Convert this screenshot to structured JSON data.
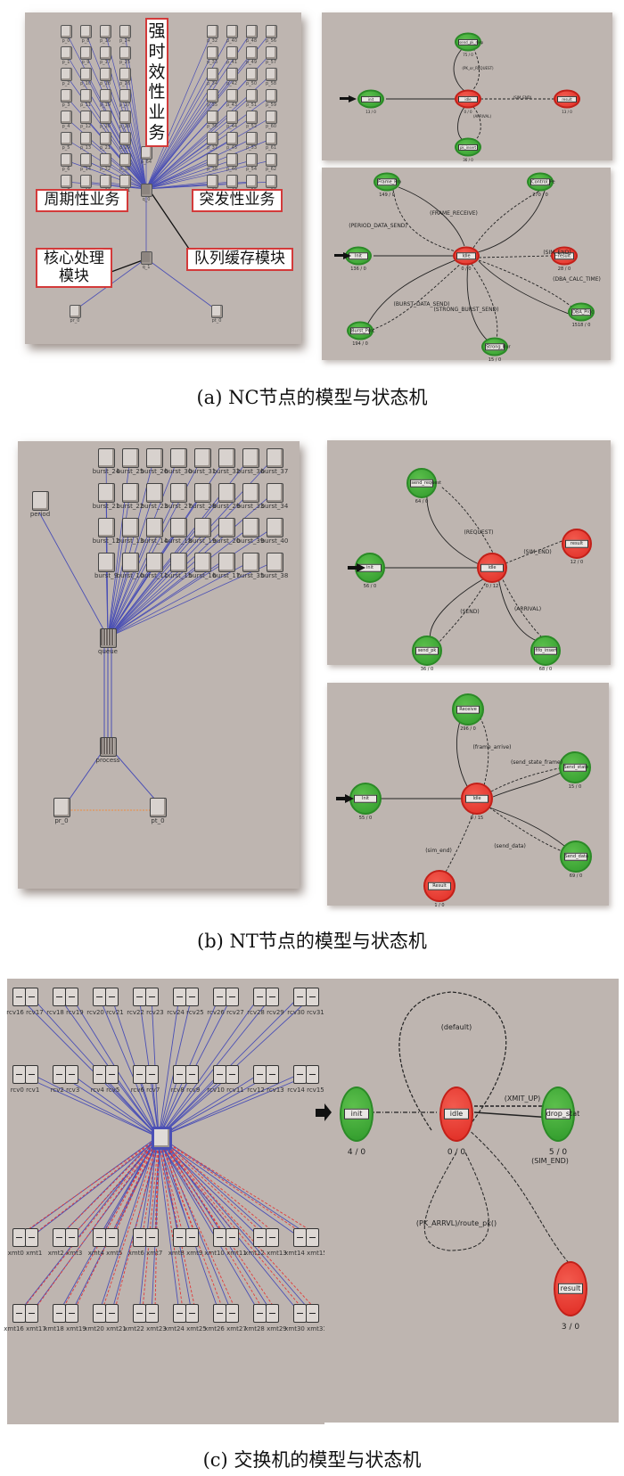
{
  "captions": {
    "a": "(a) NC节点的模型与状态机",
    "b": "(b) NT节点的模型与状态机",
    "c": "(c) 交换机的模型与状态机"
  },
  "nc_model": {
    "callouts": {
      "strong": "强时效性业务",
      "periodic": "周期性业务",
      "burst": "突发性业务",
      "core": "核心处理模块",
      "queue": "队列缓存模块"
    },
    "left_modules": [
      [
        "p_0",
        "p_8",
        "p_16",
        "p_24"
      ],
      [
        "p_1",
        "p_9",
        "p_17",
        "p_25"
      ],
      [
        "p_2",
        "p_10",
        "p_18",
        "p_26"
      ],
      [
        "p_3",
        "p_11",
        "p_19",
        "p_27"
      ],
      [
        "p_4",
        "p_12",
        "p_20",
        "p_28"
      ],
      [
        "p_5",
        "p_13",
        "p_21",
        "p_29"
      ],
      [
        "p_6",
        "p_14",
        "p_22",
        "p_30"
      ],
      [
        "p_7",
        "p_15",
        "p_23",
        "p_31"
      ]
    ],
    "right_modules": [
      [
        "p_32",
        "p_40",
        "p_48",
        "p_56"
      ],
      [
        "p_33",
        "p_41",
        "p_49",
        "p_57"
      ],
      [
        "p_34",
        "p_42",
        "p_50",
        "p_58"
      ],
      [
        "p_35",
        "p_43",
        "p_51",
        "p_59"
      ],
      [
        "p_36",
        "p_44",
        "p_52",
        "p_60"
      ],
      [
        "p_37",
        "p_45",
        "p_53",
        "p_61"
      ],
      [
        "p_38",
        "p_46",
        "p_54",
        "p_62"
      ],
      [
        "p_39",
        "p_47",
        "p_55",
        "p_63"
      ]
    ],
    "center_module": "p_64",
    "queue_module": "q_0",
    "process_module": "q_1",
    "pr": "pr_0",
    "pt": "pt_0"
  },
  "nc_fsm_small": {
    "states": [
      {
        "name": "init",
        "counts": "13 / 0",
        "color": "green"
      },
      {
        "name": "send_pk_resp",
        "counts": "75 / 0",
        "color": "green"
      },
      {
        "name": "idle",
        "counts": "0 / 0",
        "color": "red"
      },
      {
        "name": "result",
        "counts": "13 / 0",
        "color": "red"
      },
      {
        "name": "pk_insert",
        "counts": "36 / 0",
        "color": "green"
      }
    ],
    "transitions": [
      "(PK_or_REQUEST)",
      "(SIM_END)",
      "(ARRIVAL)"
    ]
  },
  "nc_fsm": {
    "states": [
      {
        "name": "Frame_Pro",
        "counts": "149 / 0",
        "color": "green"
      },
      {
        "name": "Control_Pe",
        "counts": "270 / 0",
        "color": "green"
      },
      {
        "name": "Init",
        "counts": "136 / 0",
        "color": "green"
      },
      {
        "name": "Idle",
        "counts": "0 / 0",
        "color": "red"
      },
      {
        "name": "result",
        "counts": "28 / 0",
        "color": "red"
      },
      {
        "name": "Burst_Proc",
        "counts": "194 / 0",
        "color": "green"
      },
      {
        "name": "Strong_Bur",
        "counts": "15 / 0",
        "color": "green"
      },
      {
        "name": "DBA_Proc",
        "counts": "1518 / 0",
        "color": "green"
      }
    ],
    "transitions": [
      "(PERIOD_DATA_SEND)",
      "(FRAME_RECEIVE)",
      "(SIM_END)",
      "(DBA_CALC_TIME)",
      "(BURST_DATA_SEND)",
      "(STRONG_BURST_SEND)"
    ]
  },
  "nt_model": {
    "burst_rows": [
      [
        "burst_24",
        "burst_25",
        "burst_26",
        "burst_30",
        "burst_31",
        "burst_32",
        "burst_36",
        "burst_37"
      ],
      [
        "burst_21",
        "burst_22",
        "burst_23",
        "burst_27",
        "burst_28",
        "burst_29",
        "burst_33",
        "burst_34"
      ],
      [
        "burst_12",
        "burst_13",
        "burst_14",
        "burst_18",
        "burst_19",
        "burst_20",
        "burst_39",
        "burst_40"
      ],
      [
        "burst_9",
        "burst_10",
        "burst_11",
        "burst_15",
        "burst_16",
        "burst_17",
        "burst_35",
        "burst_38"
      ]
    ],
    "period": "period",
    "queue": "queue",
    "process": "process",
    "pr": "pr_0",
    "pt": "pt_0"
  },
  "nt_fsm1": {
    "states": [
      {
        "name": "send_request",
        "counts": "64 / 0",
        "color": "green"
      },
      {
        "name": "result",
        "counts": "12 / 0",
        "color": "red"
      },
      {
        "name": "init",
        "counts": "56 / 0",
        "color": "green"
      },
      {
        "name": "idle",
        "counts": "0 / 12",
        "color": "red"
      },
      {
        "name": "send_pk",
        "counts": "36 / 0",
        "color": "green"
      },
      {
        "name": "fifo_insert",
        "counts": "68 / 0",
        "color": "green"
      }
    ],
    "transitions": [
      "(REQUEST)",
      "(SIM_END)",
      "(SEND)",
      "(ARRIVAL)"
    ]
  },
  "nt_fsm2": {
    "states": [
      {
        "name": "Receive",
        "counts": "296 / 0",
        "color": "green"
      },
      {
        "name": "Send_state",
        "counts": "15 / 0",
        "color": "green"
      },
      {
        "name": "Init",
        "counts": "55 / 0",
        "color": "green"
      },
      {
        "name": "Idle",
        "counts": "0 / 15",
        "color": "red"
      },
      {
        "name": "Send_data",
        "counts": "69 / 0",
        "color": "green"
      },
      {
        "name": "Result",
        "counts": "1 / 0",
        "color": "red"
      }
    ],
    "transitions": [
      "(frame_arrive)",
      "(send_state_frame)",
      "(send_data)",
      "(sim_end)"
    ]
  },
  "switch_model": {
    "rcv_top": [
      "rcv16",
      "rcv17",
      "rcv18",
      "rcv19",
      "rcv20",
      "rcv21",
      "rcv22",
      "rcv23",
      "rcv24",
      "rcv25",
      "rcv26",
      "rcv27",
      "rcv28",
      "rcv29",
      "rcv30",
      "rcv31"
    ],
    "rcv_bottom": [
      "rcv0",
      "rcv1",
      "rcv2",
      "rcv3",
      "rcv4",
      "rcv5",
      "rcv6",
      "rcv7",
      "rcv8",
      "rcv9",
      "rcv10",
      "rcv11",
      "rcv12",
      "rcv13",
      "rcv14",
      "rcv15"
    ],
    "xmt_top": [
      "xmt0",
      "xmt1",
      "xmt2",
      "xmt3",
      "xmt4",
      "xmt5",
      "xmt6",
      "xmt7",
      "xmt8",
      "xmt9",
      "xmt10",
      "xmt11",
      "xmt12",
      "xmt13",
      "xmt14",
      "xmt15"
    ],
    "xmt_bottom": [
      "xmt16",
      "xmt17",
      "xmt18",
      "xmt19",
      "xmt20",
      "xmt21",
      "xmt22",
      "xmt23",
      "xmt24",
      "xmt25",
      "xmt26",
      "xmt27",
      "xmt28",
      "xmt29",
      "xmt30",
      "xmt31"
    ]
  },
  "switch_fsm": {
    "states": [
      {
        "name": "init",
        "counts": "4 / 0",
        "color": "green"
      },
      {
        "name": "idle",
        "counts": "0 / 0",
        "color": "red"
      },
      {
        "name": "drop_stat",
        "counts": "5 / 0",
        "color": "green"
      },
      {
        "name": "result",
        "counts": "3 / 0",
        "color": "red"
      }
    ],
    "transitions": [
      "(default)",
      "(XMIT_UP)",
      "(SIM_END)",
      "(PK_ARRVL)/route_pk()"
    ]
  },
  "colors": {
    "panel_bg": "#beb5b0",
    "link_blue": "#4a4fb5",
    "link_red": "#e23a3a",
    "state_green": "#3aa935",
    "state_red": "#e8332a",
    "callout_border": "#d33a3a",
    "orange_link": "#f08a3c"
  }
}
